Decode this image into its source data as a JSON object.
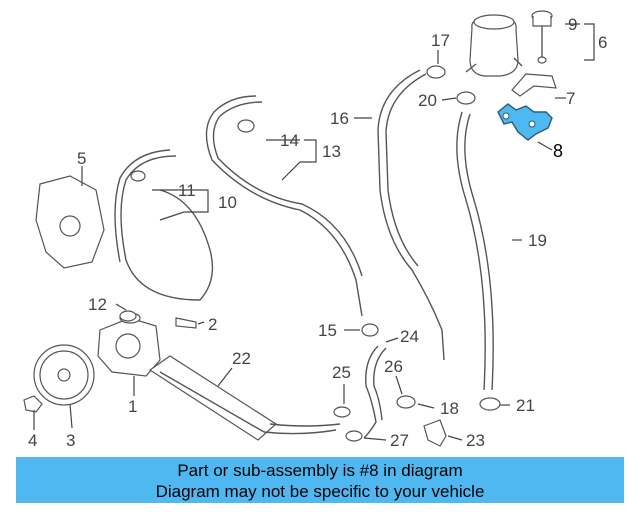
{
  "diagram": {
    "callouts": [
      "1",
      "2",
      "3",
      "4",
      "5",
      "6",
      "7",
      "8",
      "9",
      "10",
      "11",
      "12",
      "13",
      "14",
      "15",
      "16",
      "17",
      "18",
      "19",
      "20",
      "21",
      "22",
      "23",
      "24",
      "25",
      "26",
      "27"
    ],
    "highlighted_part": "8",
    "highlight_color": "#4fb8f0"
  },
  "banner": {
    "line1": "Part or sub-assembly is #8 in diagram",
    "line2": "Diagram may not be specific to your vehicle",
    "background": "#4fb8f0"
  }
}
